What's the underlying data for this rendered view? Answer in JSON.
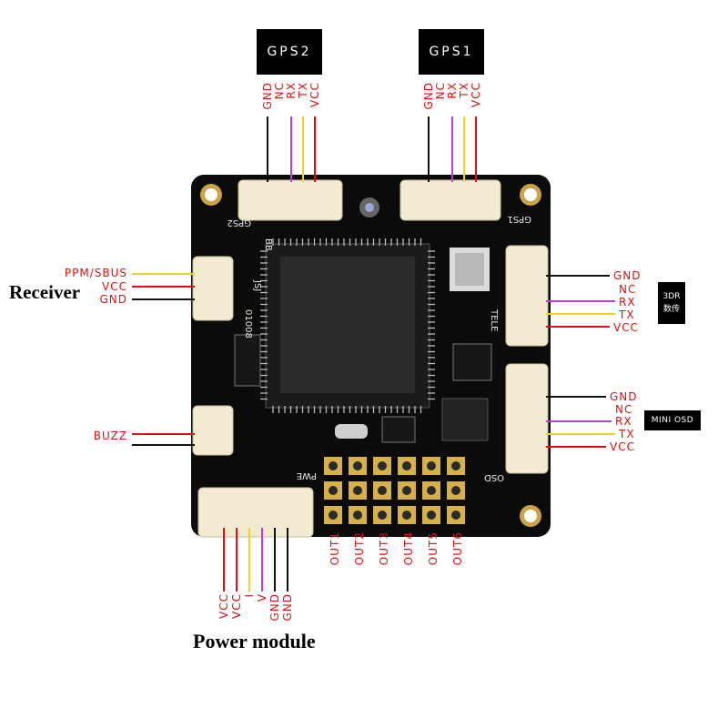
{
  "gps2": {
    "tag": "GPS2",
    "pins": [
      "GND",
      "NC",
      "RX",
      "TX",
      "VCC"
    ]
  },
  "gps1": {
    "tag": "GPS1",
    "pins": [
      "GND",
      "NC",
      "RX",
      "TX",
      "VCC"
    ]
  },
  "receiver": {
    "title": "Receiver",
    "pins": [
      "PPM/SBUS",
      "VCC",
      "GND"
    ]
  },
  "buzzer": {
    "pin": "BUZZ"
  },
  "telemetry_3dr": {
    "tag_line1": "3DR",
    "tag_line2": "数传",
    "pins": [
      "GND",
      "NC",
      "RX",
      "TX",
      "VCC"
    ]
  },
  "mini_osd": {
    "tag": "MINI OSD",
    "pins": [
      "GND",
      "NC",
      "RX",
      "TX",
      "VCC"
    ]
  },
  "outputs": {
    "labels": [
      "OUT1",
      "OUT2",
      "OUT3",
      "OUT4",
      "OUT5",
      "OUT6"
    ]
  },
  "power_module": {
    "title": "Power module",
    "pins": [
      "VCC",
      "VCC",
      "I",
      "V",
      "GND",
      "GND"
    ]
  },
  "board_silkscreen": {
    "gps2": "GPS2",
    "gps1": "GPS1",
    "pwr": "PWE",
    "osd": "OSD",
    "chip_text_1": "JSJ",
    "chip_text_2": "01008",
    "tele": "TELE",
    "bb": "BB"
  },
  "colors": {
    "board": "#0b0b0b",
    "connector": "#f3ead2",
    "wire_black": "#111111",
    "wire_red": "#e01010",
    "wire_yellow": "#f2d21a",
    "wire_purple": "#c23bd8",
    "pin_gold": "#d6b04a",
    "label_red": "#e01010"
  }
}
